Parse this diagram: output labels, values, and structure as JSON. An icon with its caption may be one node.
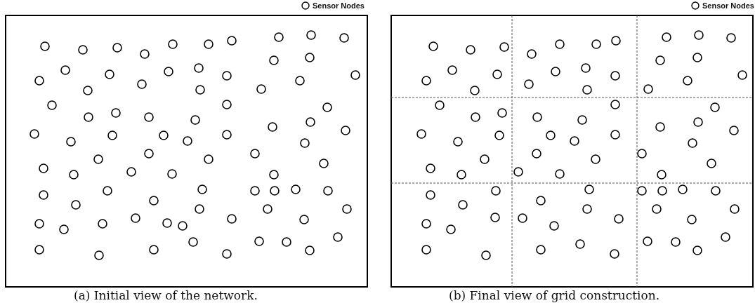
{
  "diagram": {
    "labels": [
      "(a) Initial view of the network.",
      "(b) Final view of grid construction."
    ],
    "legend": [
      {
        "text": "Sensor Nodes"
      },
      {
        "text": "Sensor Nodes"
      }
    ]
  }
}
